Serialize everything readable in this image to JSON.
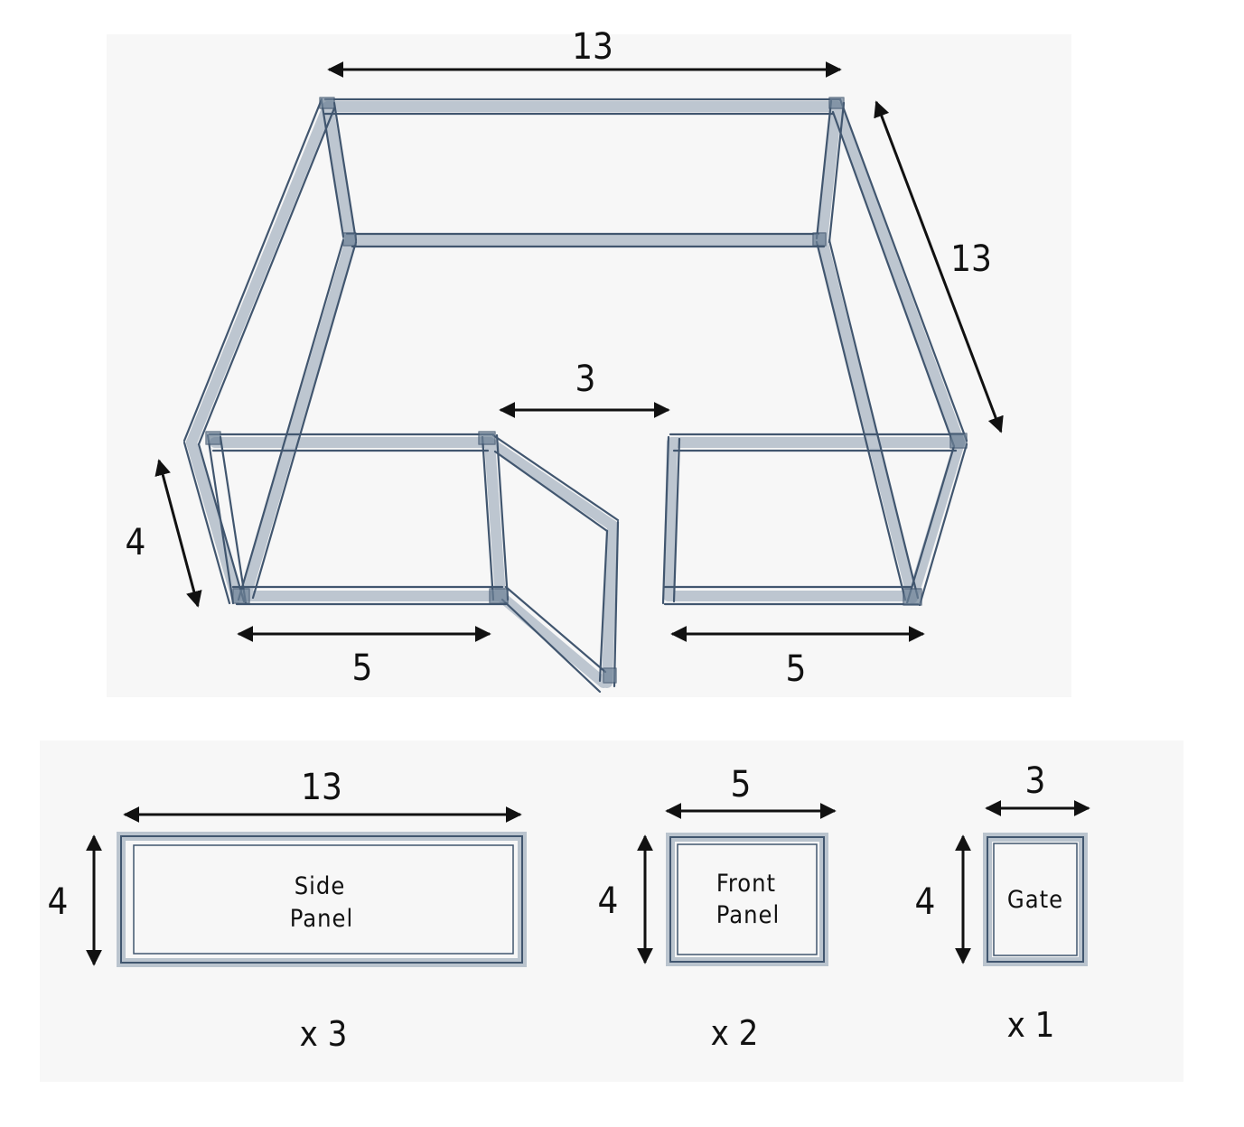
{
  "pen_3d": {
    "dim_top": "13",
    "dim_right_side": "13",
    "dim_gate_opening": "3",
    "dim_left_height": "4",
    "dim_front_left": "5",
    "dim_front_right": "5"
  },
  "parts": [
    {
      "name": "Side\nPanel",
      "line1": "Side",
      "line2": "Panel",
      "width": "13",
      "height": "4",
      "quantity": "x 3"
    },
    {
      "name": "Front\nPanel",
      "line1": "Front",
      "line2": "Panel",
      "width": "5",
      "height": "4",
      "quantity": "x 2"
    },
    {
      "name": "Gate",
      "line1": "Gate",
      "line2": "",
      "width": "3",
      "height": "4",
      "quantity": "x 1"
    }
  ],
  "colors": {
    "frame_stroke": "#41566f",
    "frame_fill": "#a9b7c5",
    "panel_background": "#f7f7f7",
    "arrow": "#111111"
  }
}
